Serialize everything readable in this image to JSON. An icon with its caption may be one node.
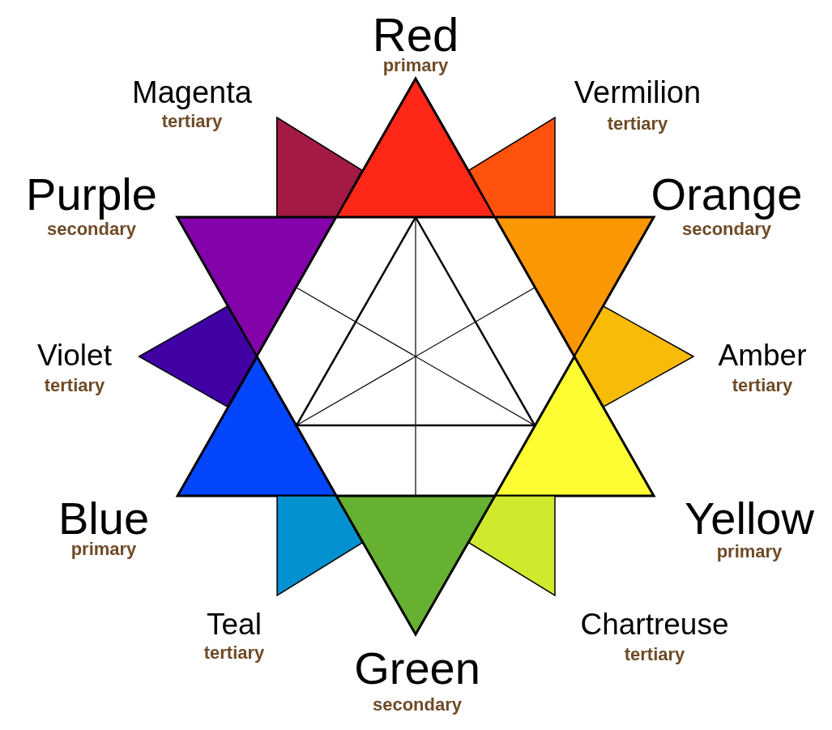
{
  "diagram": {
    "nodes": [
      {
        "text": [
          "Red",
          "primary"
        ]
      },
      {
        "text": [
          "Magenta",
          "tertiary"
        ]
      },
      {
        "text": [
          "Vermilion",
          "tertiary"
        ]
      },
      {
        "text": [
          "Purple",
          "secondary"
        ]
      },
      {
        "text": [
          "Orange",
          "secondary"
        ]
      },
      {
        "text": [
          "Violet",
          "tertiary"
        ]
      },
      {
        "text": [
          "Amber",
          "tertiary"
        ]
      },
      {
        "text": [
          "Blue",
          "primary"
        ]
      },
      {
        "text": [
          "Yellow",
          "primary"
        ]
      },
      {
        "text": [
          "Teal",
          "tertiary"
        ]
      },
      {
        "text": [
          "Chartreuse",
          "tertiary"
        ]
      },
      {
        "text": [
          "Green",
          "secondary"
        ]
      }
    ]
  }
}
